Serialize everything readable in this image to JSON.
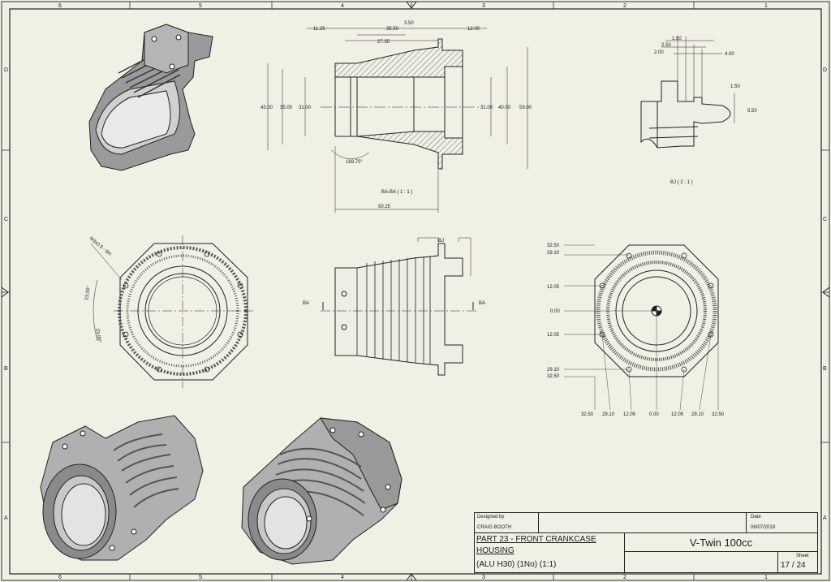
{
  "drawing": {
    "border_columns_top": [
      "6",
      "5",
      "4",
      "3",
      "2",
      "1"
    ],
    "border_columns_bottom": [
      "6",
      "5",
      "4",
      "3",
      "2",
      "1"
    ],
    "border_rows": [
      "D",
      "C",
      "B",
      "A"
    ],
    "section_view_label": "BA-BA ( 1 : 1 )",
    "detail_view_label": "BJ ( 2 : 1 )",
    "section_marker_left": "BA",
    "section_marker_right": "BA",
    "detail_marker": "BJ",
    "thread_note": "M3x0.5 - 6H",
    "dims_section_top": [
      "11.25",
      "3.50",
      "35.50",
      "27.35",
      "12.00"
    ],
    "dims_section_left": [
      "43.00",
      "35.00",
      "31.00"
    ],
    "dims_section_right": [
      "31.00",
      "40.00",
      "59.00"
    ],
    "dim_angle": "169.70°",
    "dim_overall_length": "50.25",
    "dims_detail_top": [
      "1.50",
      "2.50",
      "2.00",
      "4.00"
    ],
    "dims_detail_right": [
      "1.50",
      "5.50"
    ],
    "dims_front_angles": [
      "23.00°",
      "23.00°"
    ],
    "dims_end_vertical": [
      "32.50",
      "29.10",
      "12.05",
      "0.00",
      "12.05",
      "29.10",
      "32.50"
    ],
    "dims_end_horizontal": [
      "32.50",
      "29.10",
      "12.05",
      "0.00",
      "12.05",
      "29.10",
      "32.50"
    ]
  },
  "title_block": {
    "designed_by_label": "Designed by",
    "designed_by_value": "CRAIG BOOTH",
    "date_label": "Date",
    "date_value": "06/07/2019",
    "part_line1": "PART 23 - FRONT CRANKCASE",
    "part_line2": "HOUSING",
    "part_line3": "(ALU H30) (1No) (1:1)",
    "project": "V-Twin 100cc",
    "sheet_label": "Sheet",
    "sheet_value": "17 / 24"
  }
}
